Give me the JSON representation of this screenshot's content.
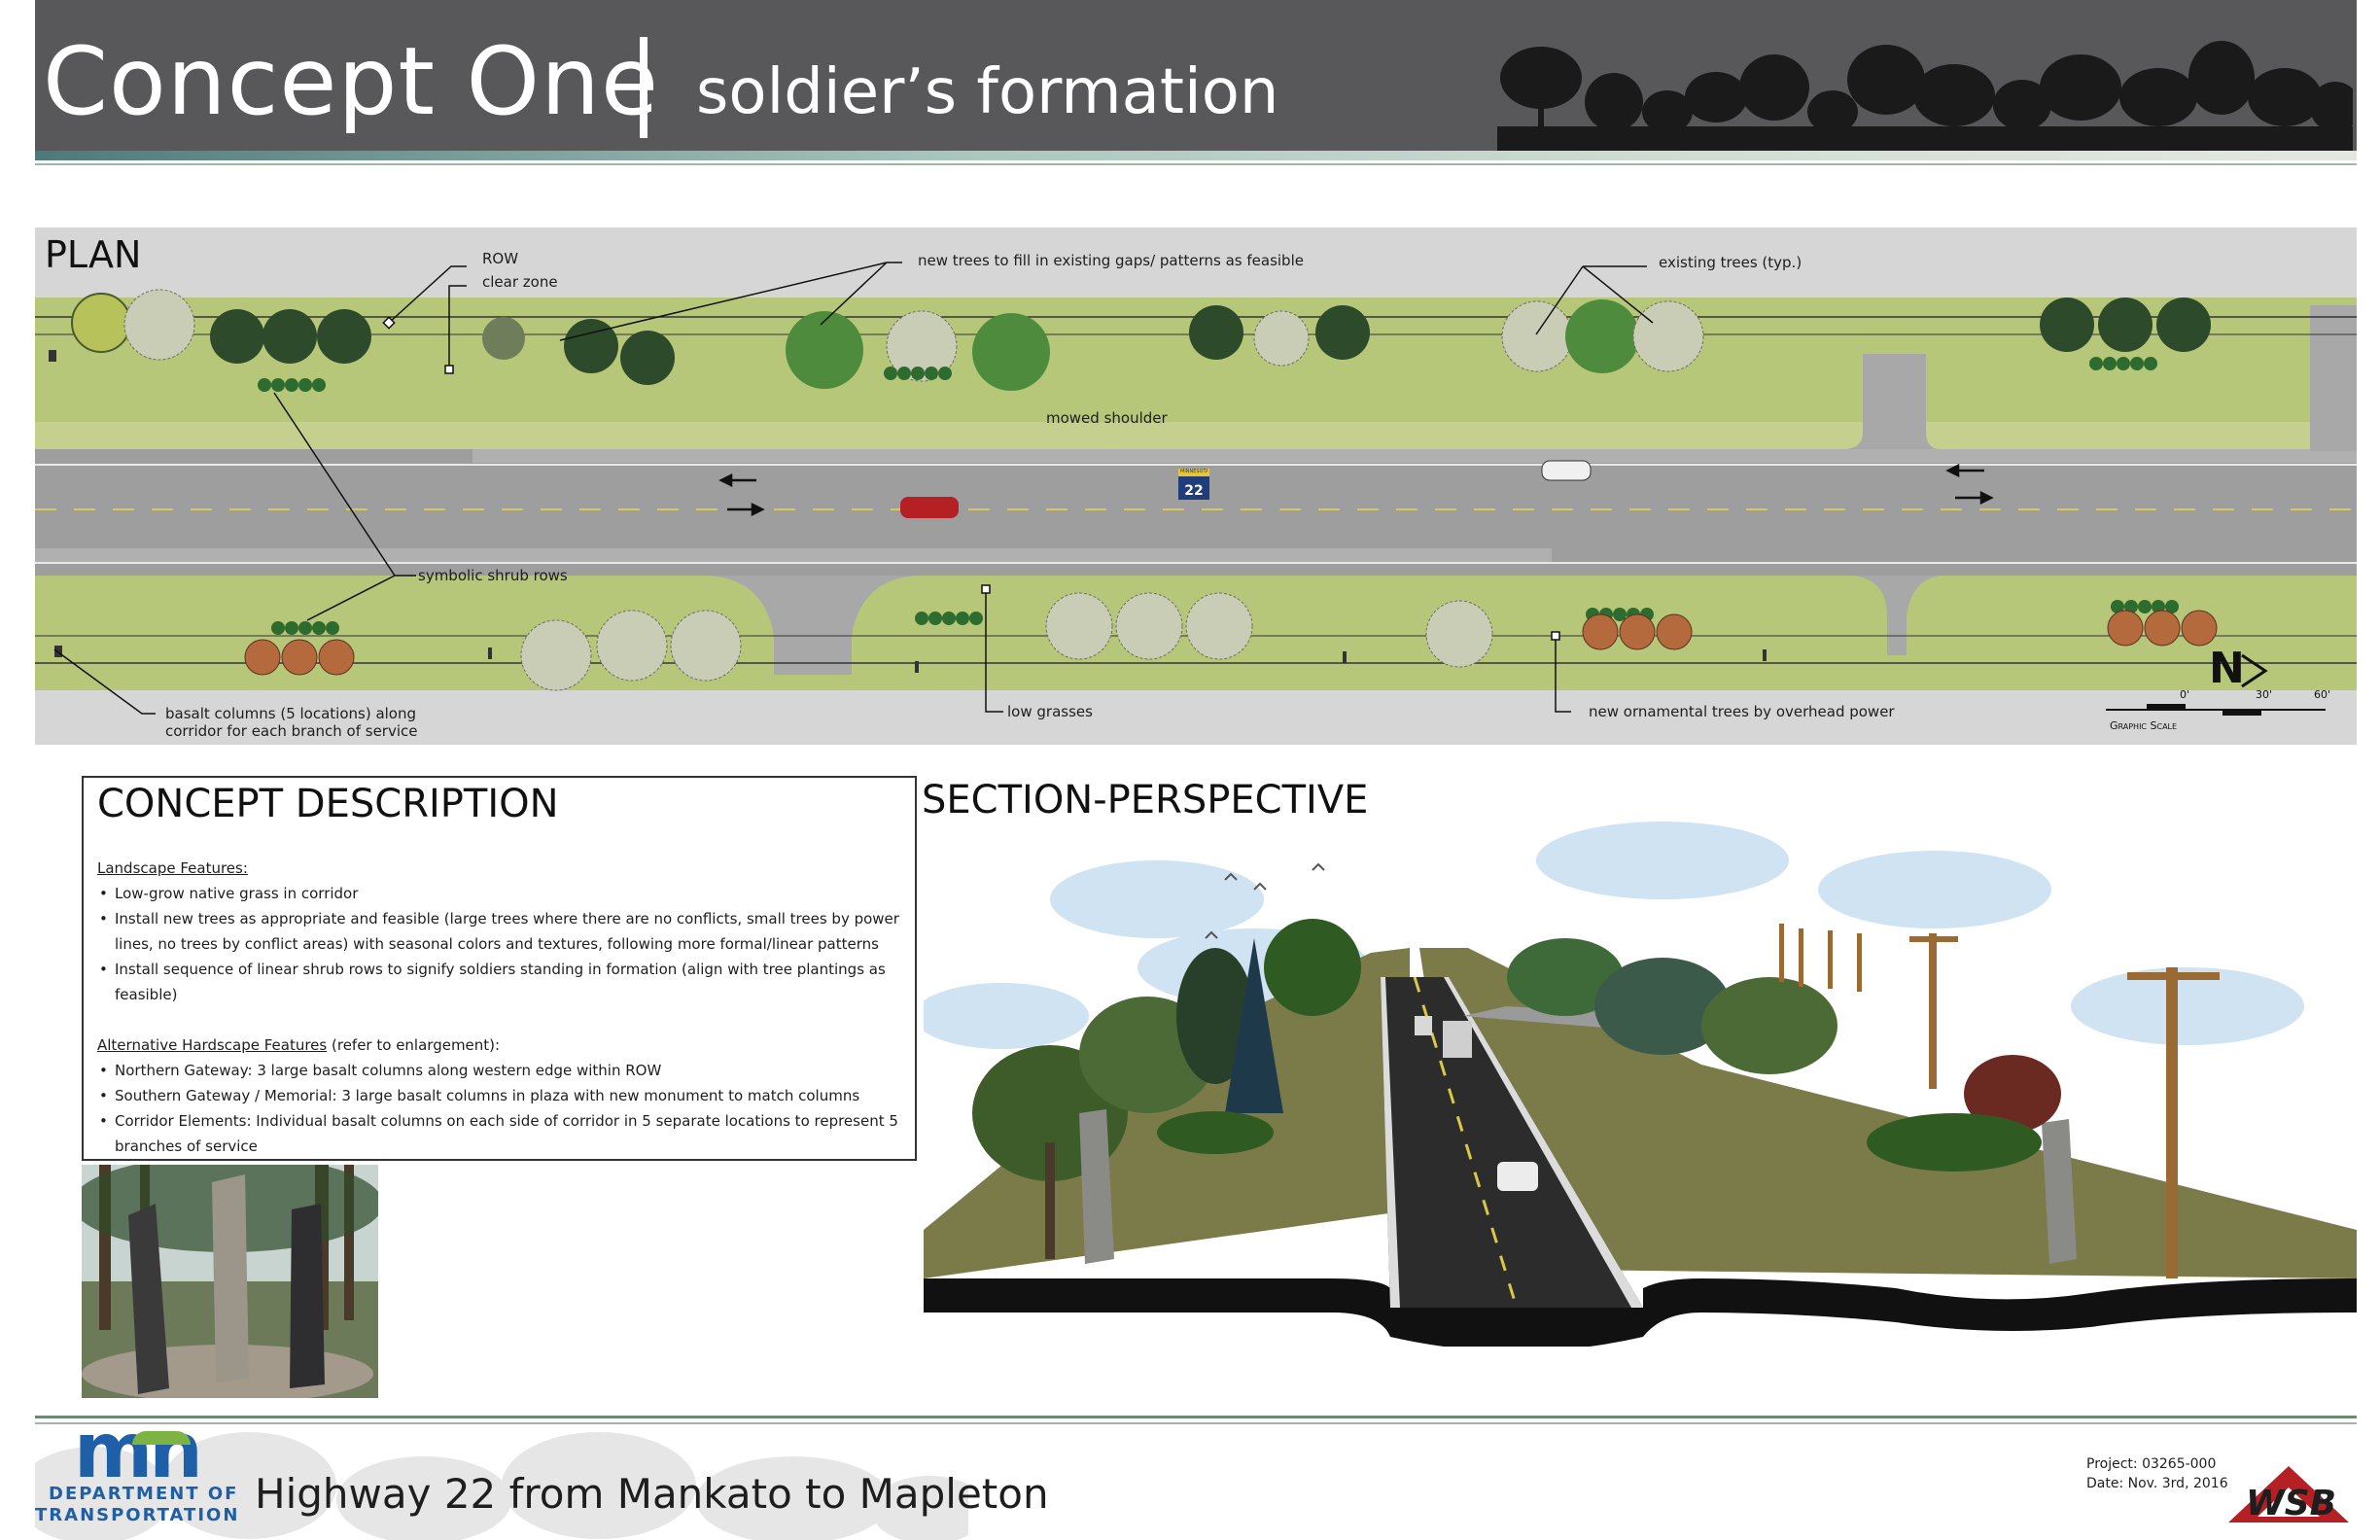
{
  "header": {
    "title": "Concept One",
    "subtitle": "soldier’s formation"
  },
  "plan": {
    "heading": "PLAN",
    "callouts": {
      "row": "ROW",
      "clear_zone": "clear zone",
      "new_trees": "new trees to fill in existing gaps/ patterns as feasible",
      "existing_trees": "existing trees (typ.)",
      "mowed_shoulder": "mowed shoulder",
      "symbolic_shrub_rows": "symbolic shrub rows",
      "basalt_line1": "basalt columns (5 locations) along",
      "basalt_line2": "corridor for each branch of service",
      "low_grasses": "low grasses",
      "ornamental_trees": "new ornamental trees by overhead power"
    },
    "highway_shield": "22",
    "shield_banner": "MINNESOTA",
    "north_label": "N",
    "scale": {
      "ticks": [
        "0'",
        "30'",
        "60'"
      ],
      "label": "Graphic Scale"
    }
  },
  "concept": {
    "title": "CONCEPT DESCRIPTION",
    "landscape_heading": "Landscape Features:",
    "landscape_items": [
      "Low-grow native grass in corridor",
      "Install new trees as appropriate and feasible (large trees where there are no conflicts, small trees by power lines, no trees by conflict areas) with seasonal colors and textures, following more formal/linear patterns",
      "Install sequence of linear shrub rows to signify soldiers standing in formation (align with tree plantings as feasible)"
    ],
    "hardscape_heading": "Alternative Hardscape Features",
    "hardscape_note": " (refer to enlargement):",
    "hardscape_items": [
      "Northern Gateway: 3 large basalt columns along western edge within ROW",
      "Southern Gateway / Memorial: 3 large basalt columns in plaza with new monument to match columns",
      "Corridor Elements: Individual basalt columns on each side of corridor in 5 separate locations to represent 5 branches of service"
    ]
  },
  "section": {
    "title": "SECTION-PERSPECTIVE"
  },
  "footer": {
    "logo_letters": "mn",
    "logo_line1": "DEPARTMENT OF",
    "logo_line2": "TRANSPORTATION",
    "title": "Highway 22 from Mankato to Mapleton",
    "project": "Project: 03265-000",
    "date": "Date: Nov. 3rd, 2016",
    "firm": "WSB"
  },
  "colors": {
    "header_bg": "#58585a",
    "grass": "#b6c77a",
    "pavement": "#9e9e9e",
    "tree_dark": "#2d4a2a",
    "tree_new": "#4f8b3c",
    "ornamental": "#b56a3e",
    "mndot_blue": "#1f5fa8",
    "mndot_green": "#7cb342",
    "wsb_red": "#b52025"
  }
}
